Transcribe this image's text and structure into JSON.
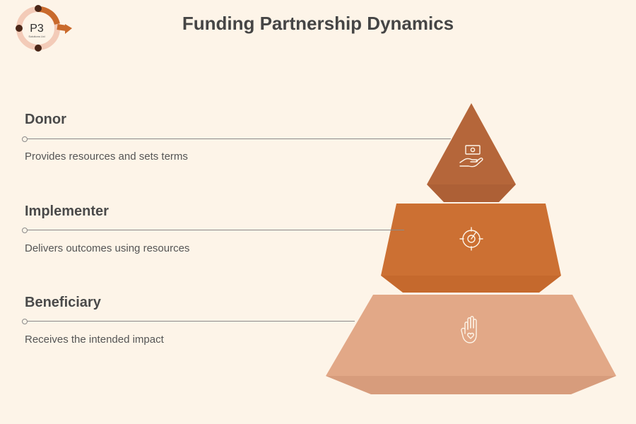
{
  "header": {
    "title": "Funding Partnership Dynamics",
    "logo_text": "P3",
    "logo_subtext": "Solutions Ltd"
  },
  "levels": [
    {
      "title": "Donor",
      "description": "Provides resources and sets terms",
      "icon": "hand-money-icon",
      "color": "#b5663a"
    },
    {
      "title": "Implementer",
      "description": "Delivers outcomes using resources",
      "icon": "target-icon",
      "color": "#cc7033"
    },
    {
      "title": "Beneficiary",
      "description": "Receives the intended impact",
      "icon": "hand-heart-icon",
      "color": "#e2a887"
    }
  ],
  "colors": {
    "background": "#fdf4e8",
    "donor": "#b5663a",
    "implementer": "#cc7033",
    "beneficiary": "#e2a887"
  }
}
